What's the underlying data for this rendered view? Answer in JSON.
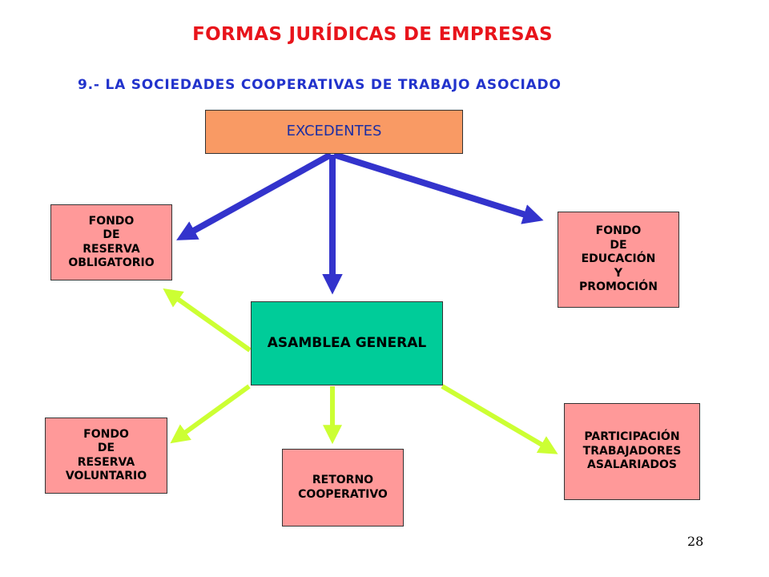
{
  "title": "FORMAS JURÍDICAS DE EMPRESAS",
  "subtitle": "9.- LA SOCIEDADES COOPERATIVAS DE TRABAJO ASOCIADO",
  "colors": {
    "title": "#e8141b",
    "subtitle": "#2233cc",
    "excedentes_fill": "#f99a64",
    "asamblea_fill": "#00cc99",
    "fund_fill": "#ff9999",
    "blue_arrow": "#3333cc",
    "green_arrow": "#ccff33"
  },
  "nodes": {
    "excedentes": "EXCEDENTES",
    "asamblea": "ASAMBLEA GENERAL",
    "fondo_reserva_obligatorio": "FONDO\nDE\nRESERVA\nOBLIGATORIO",
    "fondo_educacion_promocion": "FONDO\nDE\nEDUCACIÓN\nY\nPROMOCIÓN",
    "fondo_reserva_voluntario": "FONDO\nDE\nRESERVA\nVOLUNTARIO",
    "retorno_cooperativo": "RETORNO\nCOOPERATIVO",
    "participacion_trabajadores": "PARTICIPACIÓN\nTRABAJADORES\nASALARIADOS"
  },
  "page_number": "28"
}
